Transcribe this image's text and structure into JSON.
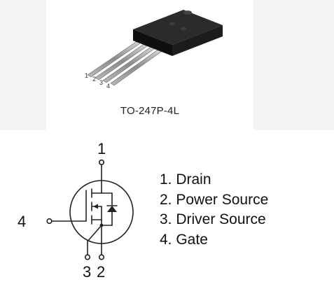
{
  "package": {
    "caption": "TO-247P-4L",
    "pin_numbers": [
      "1",
      "2",
      "3",
      "4"
    ]
  },
  "schematic": {
    "terminal_labels": {
      "drain": "1",
      "gate": "4",
      "driver_source": "3",
      "power_source": "2"
    }
  },
  "legend": {
    "items": [
      "1. Drain",
      "2. Power Source",
      "3. Driver Source",
      "4. Gate"
    ]
  },
  "colors": {
    "line": "#222222",
    "package_body": "#1a1a1a",
    "lead": "#9a9a9a"
  }
}
